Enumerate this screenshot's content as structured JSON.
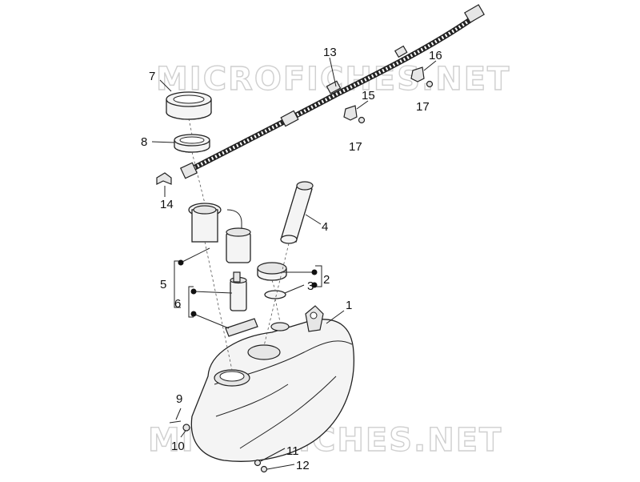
{
  "watermark": {
    "top": "MICROFICHES.NET",
    "bottom": "MICROFICHES.NET"
  },
  "callouts": {
    "c1": "1",
    "c2": "2",
    "c3": "3",
    "c4": "4",
    "c5": "5",
    "c6": "6",
    "c7": "7",
    "c8": "8",
    "c9": "9",
    "c10": "10",
    "c11": "11",
    "c12": "12",
    "c13": "13",
    "c14": "14",
    "c15": "15",
    "c16": "16",
    "c17a": "17",
    "c17b": "17"
  }
}
